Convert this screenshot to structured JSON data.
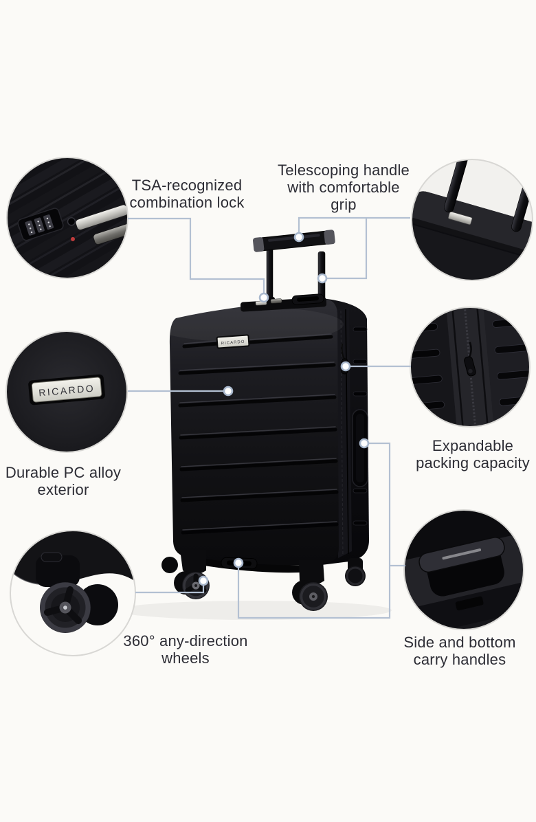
{
  "page": {
    "type": "product-feature-infographic",
    "background_color": "#fbfaf7"
  },
  "brand": {
    "logo_text": "RICARDO"
  },
  "colors": {
    "connector_line": "#b3c0d2",
    "anchor_dot_ring": "#a9b8cd",
    "label_text": "#2d2d35",
    "circle_ring": "#d8d7d4",
    "suitcase_shell": "#121215"
  },
  "callouts": {
    "tsa_lock": {
      "label": "TSA-recognized combination lock",
      "lines": [
        "TSA-recognized",
        "combination lock"
      ]
    },
    "telescoping_handle": {
      "label": "Telescoping handle with comfortable grip",
      "lines": [
        "Telescoping handle",
        "with comfortable",
        "grip"
      ]
    },
    "exterior": {
      "label": "Durable PC alloy exterior",
      "lines": [
        "Durable PC alloy",
        "exterior"
      ]
    },
    "expandable": {
      "label": "Expandable packing capacity",
      "lines": [
        "Expandable",
        "packing capacity"
      ]
    },
    "wheels": {
      "label": "360° any-direction wheels",
      "lines": [
        "360° any-direction",
        "wheels"
      ]
    },
    "carry_handles": {
      "label": "Side and bottom carry handles",
      "lines": [
        "Side and bottom",
        "carry handles"
      ]
    }
  }
}
